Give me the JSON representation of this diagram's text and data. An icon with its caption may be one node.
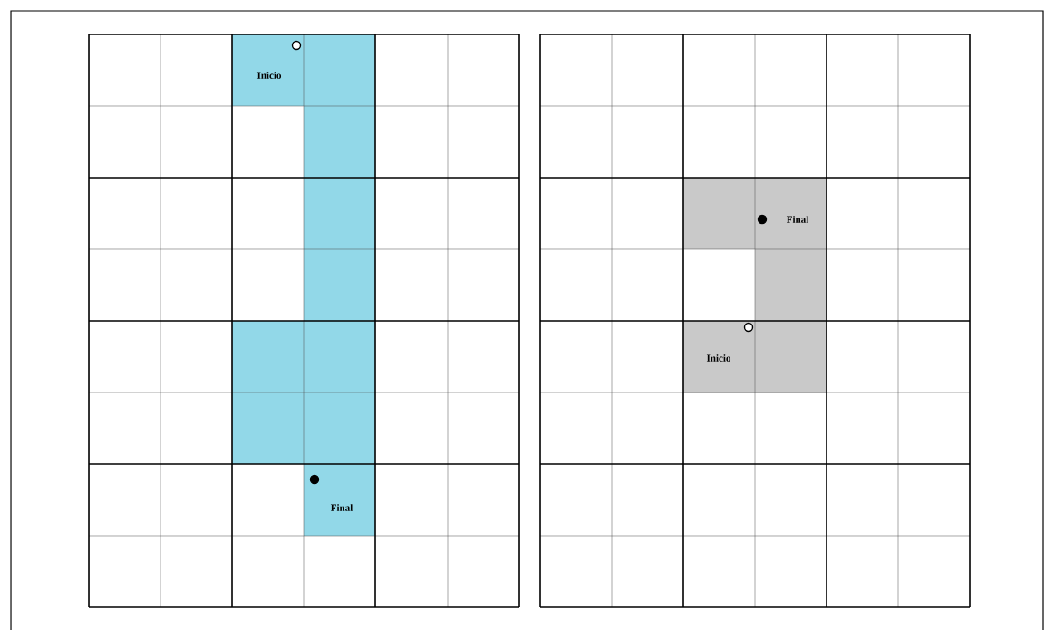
{
  "diagram": {
    "labels": [
      "Inicio",
      "Final",
      "Final",
      "Inicio"
    ]
  }
}
